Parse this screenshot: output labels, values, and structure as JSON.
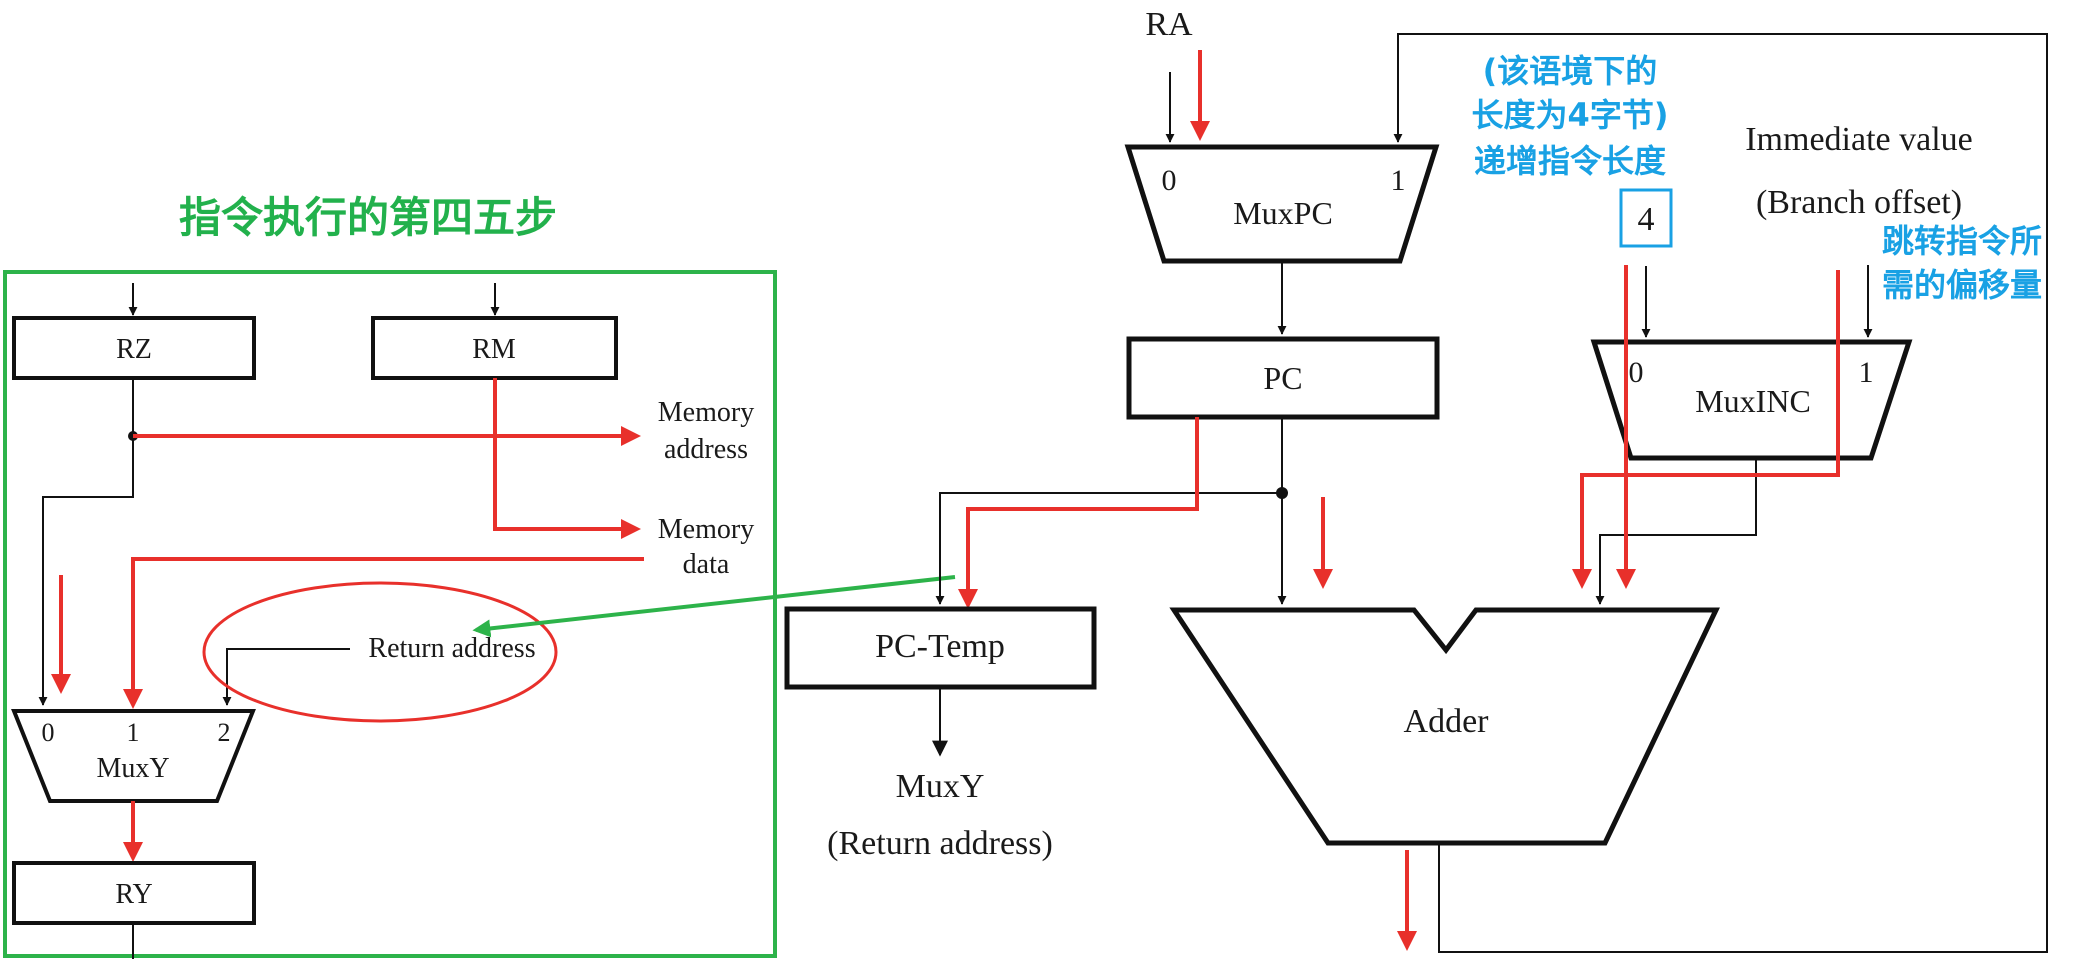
{
  "title": "指令执行的第四五步",
  "colors": {
    "title_green": "#22b14c",
    "box_green": "#2db34a",
    "arrow_red": "#e8302b",
    "annotation_blue": "#19a1e4",
    "black": "#111111"
  },
  "left_panel": {
    "rz": "RZ",
    "rm": "RM",
    "memory_address": [
      "Memory",
      "address"
    ],
    "memory_data": [
      "Memory",
      "data"
    ],
    "return_address": "Return address",
    "muxy": {
      "label": "MuxY",
      "inputs": [
        "0",
        "1",
        "2"
      ]
    },
    "ry": "RY"
  },
  "right_panel": {
    "ra": "RA",
    "muxpc": {
      "label": "MuxPC",
      "inputs": [
        "0",
        "1"
      ]
    },
    "pc": "PC",
    "pc_temp": "PC-Temp",
    "muxy_return": [
      "MuxY",
      "(Return address)"
    ],
    "immediate": [
      "Immediate value",
      "(Branch offset)"
    ],
    "increment_value": "4",
    "muxinc": {
      "label": "MuxINC",
      "inputs": [
        "0",
        "1"
      ]
    },
    "adder": "Adder"
  },
  "annotations": {
    "increment_note": [
      "(该语境下的",
      "长度为4字节)",
      "递增指令长度"
    ],
    "offset_note": [
      "跳转指令所",
      "需的偏移量"
    ]
  }
}
